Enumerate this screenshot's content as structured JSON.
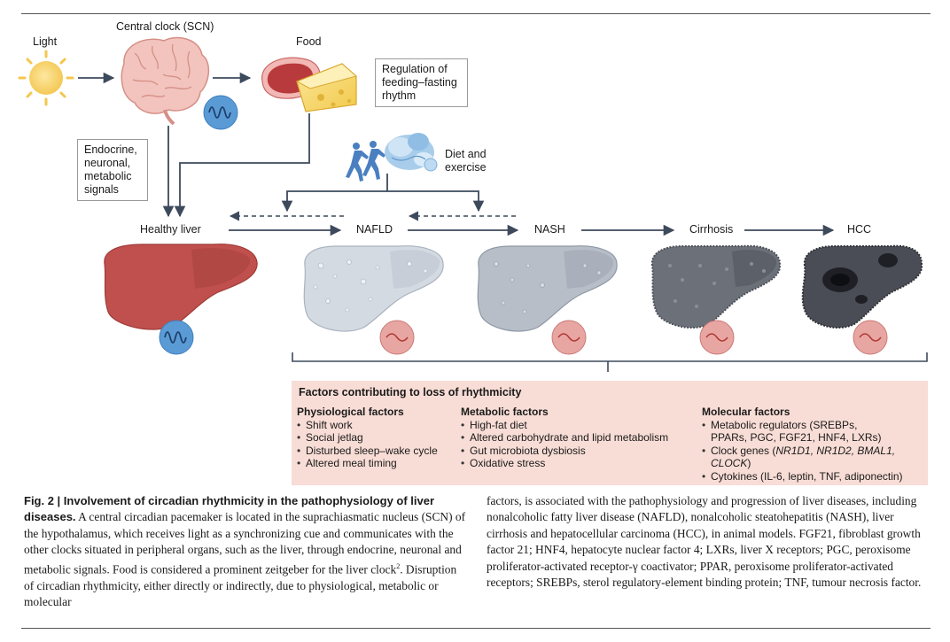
{
  "diagram": {
    "light_label": "Light",
    "scn_label": "Central clock (SCN)",
    "food_label": "Food",
    "feeding_callout": [
      "Regulation of",
      "feeding–fasting",
      "rhythm"
    ],
    "signals_callout": [
      "Endocrine,",
      "neuronal,",
      "metabolic",
      "signals"
    ],
    "diet_exercise_label": [
      "Diet and",
      "exercise"
    ],
    "stages": [
      "Healthy liver",
      "NAFLD",
      "NASH",
      "Cirrhosis",
      "HCC"
    ]
  },
  "factors": {
    "title": "Factors contributing to loss of rhythmicity",
    "physiological": {
      "heading": "Physiological factors",
      "items": [
        "Shift work",
        "Social jetlag",
        "Disturbed sleep–wake cycle",
        "Altered meal timing"
      ]
    },
    "metabolic": {
      "heading": "Metabolic factors",
      "items": [
        "High-fat diet",
        "Altered carbohydrate and lipid metabolism",
        "Gut microbiota dysbiosis",
        "Oxidative stress"
      ]
    },
    "molecular": {
      "heading": "Molecular factors",
      "item1_line1": "Metabolic regulators (SREBPs,",
      "item1_line2": "PPARs, PGC, FGF21, HNF4, LXRs)",
      "item2_prefix": "Clock genes (",
      "item2_genes_a": "NR1D1, NR1D2, BMAL1,",
      "item2_genes_b": "CLOCK",
      "item2_suffix": ")",
      "item3": "Cytokines (IL-6, leptin, TNF, adiponectin)"
    }
  },
  "caption": {
    "fig_label": "Fig. 2 | Involvement of circadian rhythmicity in the pathophysiology of liver diseases.",
    "left_text_1": " A central circadian pacemaker is located in the suprachiasmatic nucleus (SCN) of the hypothalamus, which receives light as a synchronizing cue and communicates with the other clocks situated in peripheral organs, such as the liver, through endocrine, neuronal and metabolic signals. Food is considered a prominent zeitgeber for the liver clock",
    "ref": "2",
    "left_text_2": ". Disruption of circadian rhythmicity, either directly or indirectly, due to physiological, metabolic or molecular",
    "right_text": "factors, is associated with the pathophysiology and progression of liver diseases, including nonalcoholic fatty liver disease (NAFLD), nonalcoholic steatohepatitis (NASH), liver cirrhosis and hepatocellular carcinoma (HCC), in animal models. FGF21, fibroblast growth factor 21; HNF4, hepatocyte nuclear factor 4; LXRs, liver X receptors; PGC, peroxisome proliferator-activated receptor-γ coactivator; PPAR, peroxisome proliferator-activated receptors; SREBPs, sterol regulatory-element binding protein; TNF, tumour necrosis factor."
  },
  "colors": {
    "healthy_liver": "#c0504d",
    "fatty_liver": "#d4dae2",
    "nash_liver": "#b7bec8",
    "cirrhosis_liver": "#6c7079",
    "hcc_liver": "#4a4d55",
    "clock_blue": "#5b9bd5",
    "clock_red": "#e8a6a3",
    "factors_bg": "#f8ddd6",
    "arrow": "#3d4a5c"
  }
}
